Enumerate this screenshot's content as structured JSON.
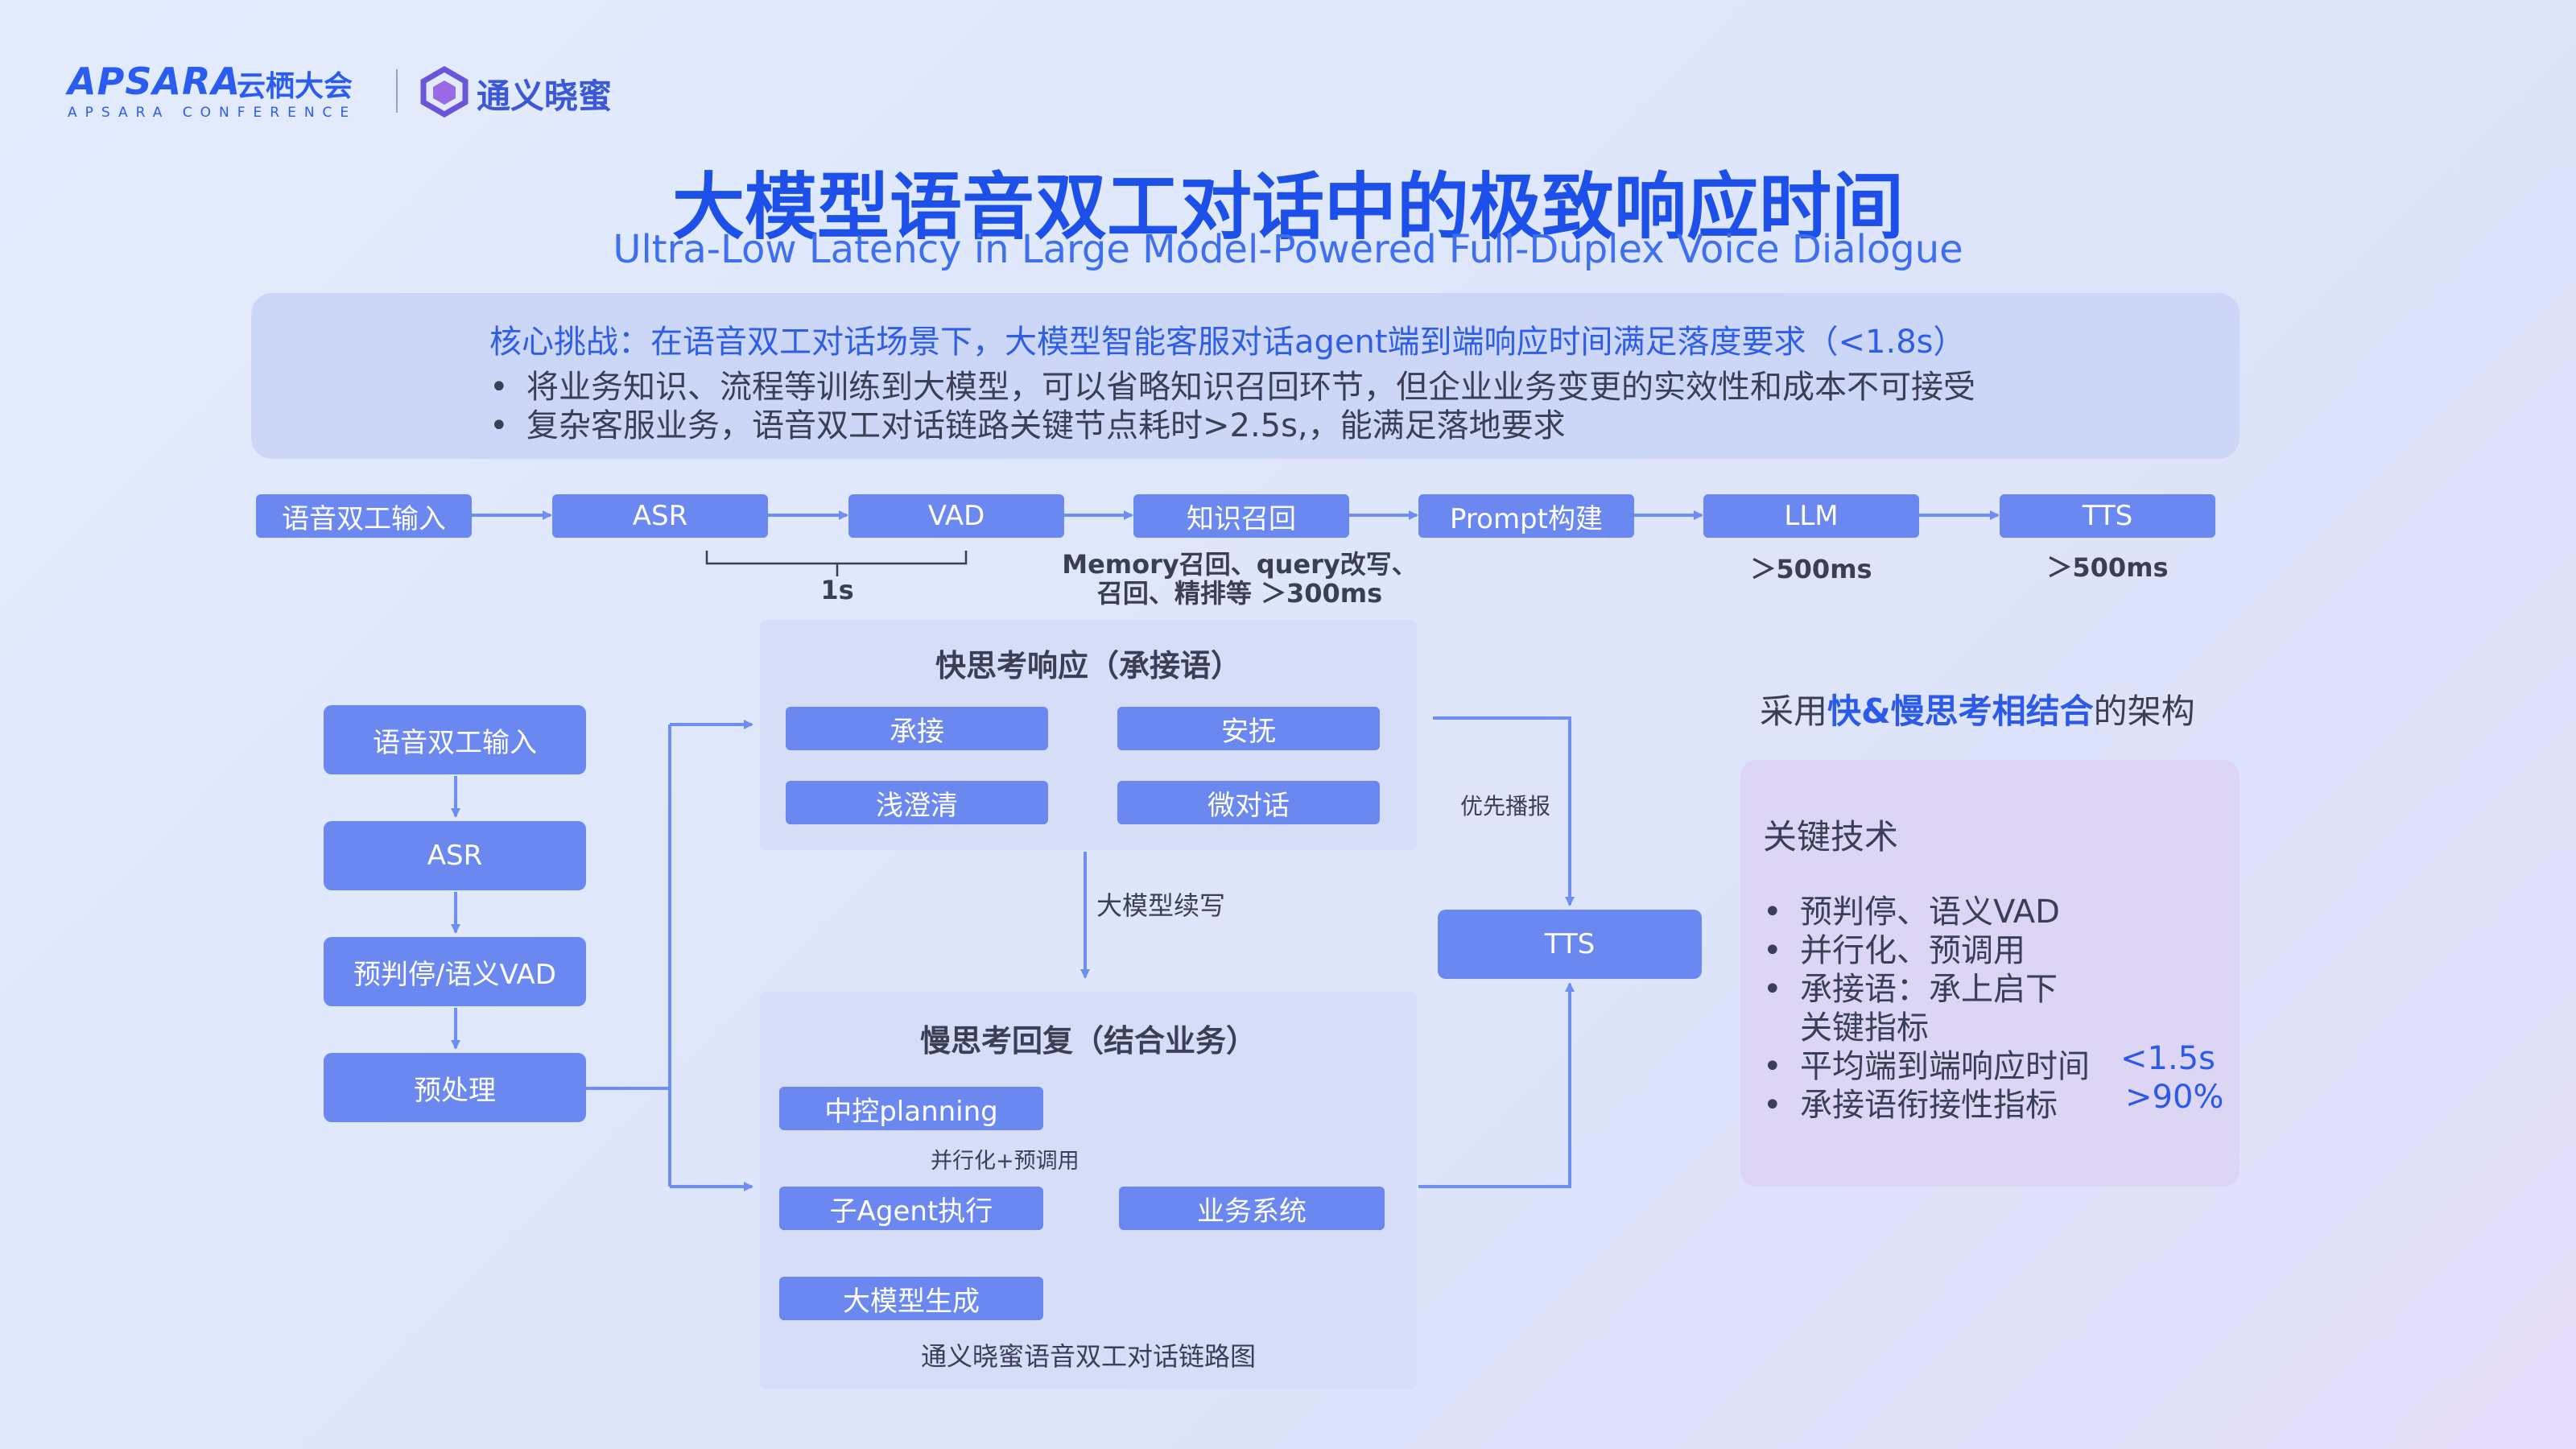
{
  "header": {
    "apsara": "APSARA",
    "yunqi": "云栖大会",
    "conference": "APSARA CONFERENCE",
    "product": "通义晓蜜"
  },
  "title": "大模型语音双工对话中的极致响应时间",
  "subtitle": "Ultra-Low Latency in Large Model-Powered Full-Duplex Voice Dialogue",
  "challenge": {
    "headline": "核心挑战：在语音双工对话场景下，大模型智能客服对话agent端到端响应时间满足落度要求（<1.8s）",
    "bullets": [
      "将业务知识、流程等训练到大模型，可以省略知识召回环节，但企业业务变更的实效性和成本不可接受",
      "复杂客服业务，语音双工对话链路关键节点耗时>2.5s,，能满足落地要求"
    ]
  },
  "pipeline": {
    "steps": [
      "语音双工输入",
      "ASR",
      "VAD",
      "知识召回",
      "Prompt构建",
      "LLM",
      "TTS"
    ],
    "notes": {
      "asr_vad": "1s",
      "recall_line1": "Memory召回、query改写、",
      "recall_line2": "召回、精排等 ＞300ms",
      "llm": "＞500ms",
      "tts": "＞500ms"
    }
  },
  "left_chain": [
    "语音双工输入",
    "ASR",
    "预判停/语义VAD",
    "预处理"
  ],
  "fast": {
    "title": "快思考响应（承接语）",
    "items": [
      "承接",
      "安抚",
      "浅澄清",
      "微对话"
    ]
  },
  "continue_label": "大模型续写",
  "priority_label": "优先播报",
  "tts_label": "TTS",
  "slow": {
    "title": "慢思考回复（结合业务）",
    "planning": "中控planning",
    "parallel_label": "并行化+预调用",
    "sub_agent": "子Agent执行",
    "biz": "业务系统",
    "generate": "大模型生成",
    "caption": "通义晓蜜语音双工对话链路图"
  },
  "architecture": {
    "prefix": "采用",
    "highlight": "快&慢思考相结合",
    "suffix": "的架构"
  },
  "key_tech": {
    "title": "关键技术",
    "items": [
      "预判停、语义VAD",
      "并行化、预调用",
      "承接语：承上启下",
      "关键指标",
      "平均端到端响应时间",
      "承接语衔接性指标"
    ],
    "values": [
      "<1.5s",
      ">90%"
    ]
  },
  "colors": {
    "accent": "#1d4fe9",
    "box": "#6b87f0",
    "line": "#6f8ef2"
  }
}
